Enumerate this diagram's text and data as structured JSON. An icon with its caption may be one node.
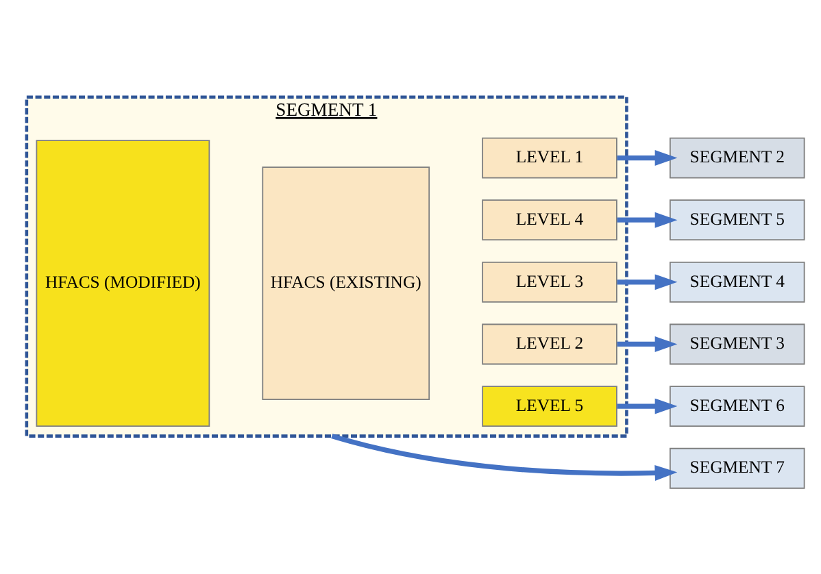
{
  "diagram": {
    "nodes": [
      {
        "text": [
          "SEGMENT 1"
        ]
      },
      {
        "text": [
          "HFACS (MODIFIED)"
        ],
        "in": 0
      },
      {
        "text": [
          "HFACS (EXISTING)"
        ],
        "in": 0
      },
      {
        "text": [
          "LEVEL 5"
        ],
        "in": 0
      },
      {
        "text": [
          "LEVEL 4"
        ],
        "in": 0
      },
      {
        "text": [
          "LEVEL 3"
        ],
        "in": 0
      },
      {
        "text": [
          "LEVEL 2"
        ],
        "in": 0
      },
      {
        "text": [
          "LEVEL 1"
        ],
        "in": 0
      },
      {
        "text": [
          "SEGMENT 7"
        ]
      },
      {
        "text": [
          "SEGMENT 6"
        ]
      },
      {
        "text": [
          "SEGMENT 5"
        ]
      },
      {
        "text": [
          "SEGMENT 4"
        ]
      },
      {
        "text": [
          "SEGMENT 3"
        ]
      },
      {
        "text": [
          "SEGMENT 2"
        ]
      }
    ],
    "edges": [
      {
        "from": 0,
        "to": 8,
        "arrow": "to"
      },
      {
        "from": 3,
        "to": 9,
        "arrow": "to"
      },
      {
        "from": 4,
        "to": 10,
        "arrow": "to"
      },
      {
        "from": 5,
        "to": 11,
        "arrow": "to"
      },
      {
        "from": 6,
        "to": 12,
        "arrow": "to"
      },
      {
        "from": 7,
        "to": 13,
        "arrow": "to"
      }
    ]
  }
}
